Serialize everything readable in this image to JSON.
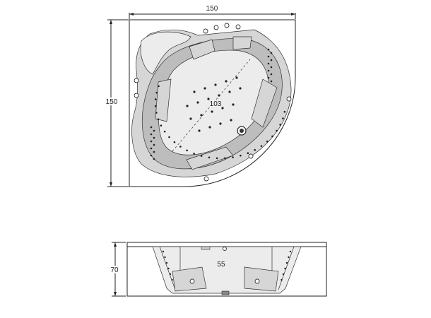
{
  "plan_view": {
    "width_label": "150",
    "depth_label": "150",
    "inner_label": "103"
  },
  "side_view": {
    "height_label": "70",
    "water_depth_label": "55"
  }
}
